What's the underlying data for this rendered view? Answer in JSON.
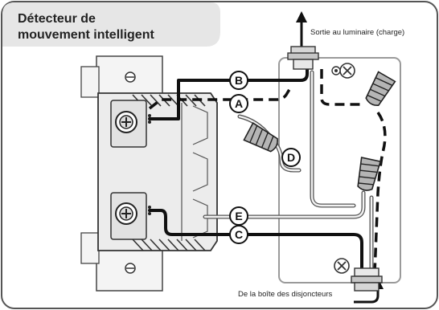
{
  "title": {
    "line1": "Détecteur de",
    "line2": "mouvement intelligent"
  },
  "labels": {
    "load_output": "Sortie au luminaire (charge)",
    "breaker_input": "De la boîte des disjoncteurs"
  },
  "callouts": [
    "B",
    "A",
    "D",
    "E",
    "C"
  ],
  "colors": {
    "title_tab": "#e6e6e6",
    "frame_border": "#555555",
    "junction_box": "#9a9a9a",
    "wire_black": "#111111",
    "wire_white": "#8a8a8a",
    "wire_nut": "#b5b5b5"
  }
}
